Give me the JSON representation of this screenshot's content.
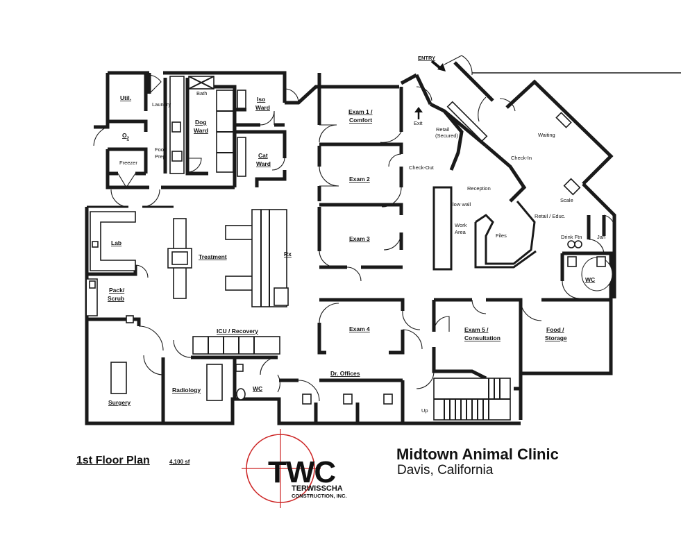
{
  "plan": {
    "title": "1st Floor Plan",
    "area": "4,100 sf",
    "entry_label": "ENTRY",
    "rooms": {
      "util": "Util.",
      "o2": "O",
      "o2_sub": "2",
      "freezer": "Freezer",
      "laundry": "Laundry",
      "food_prep_1": "Food",
      "food_prep_2": "Prep",
      "bath": "Bath",
      "dog_ward_1": "Dog",
      "dog_ward_2": "Ward",
      "iso_ward_1": "Iso",
      "iso_ward_2": "Ward",
      "cat_ward_1": "Cat",
      "cat_ward_2": "Ward",
      "exam1_1": "Exam 1 /",
      "exam1_2": "Comfort",
      "exam2": "Exam 2",
      "exam3": "Exam 3",
      "exam4": "Exam 4",
      "exam5_1": "Exam 5 /",
      "exam5_2": "Consultation",
      "exit": "Exit",
      "retail_secured_1": "Retail",
      "retail_secured_2": "(Secured)",
      "waiting": "Waiting",
      "check_in": "Check-In",
      "check_out": "Check-Out",
      "reception": "Reception",
      "low_wall": "low wall",
      "work_area_1": "Work",
      "work_area_2": "Area",
      "files": "Files",
      "retail_educ": "Retail / Educ.",
      "scale": "Scale",
      "drink_ftn": "Drink Ftn",
      "jan": "Jan",
      "wc_public": "WC",
      "food_storage_1": "Food /",
      "food_storage_2": "Storage",
      "lab": "Lab",
      "pack_scrub_1": "Pack/",
      "pack_scrub_2": "Scrub",
      "treatment": "Treatment",
      "rx": "Rx",
      "icu_recovery": "ICU / Recovery",
      "surgery": "Surgery",
      "radiology": "Radiology",
      "wc_staff": "WC",
      "dr_offices": "Dr. Offices",
      "up": "Up"
    }
  },
  "branding": {
    "logo_letters": "TWC",
    "logo_line1": "TERWISSCHA",
    "logo_line2": "CONSTRUCTION, INC.",
    "logo_accent": "#cc2222"
  },
  "project": {
    "name": "Midtown Animal Clinic",
    "location": "Davis, California"
  }
}
